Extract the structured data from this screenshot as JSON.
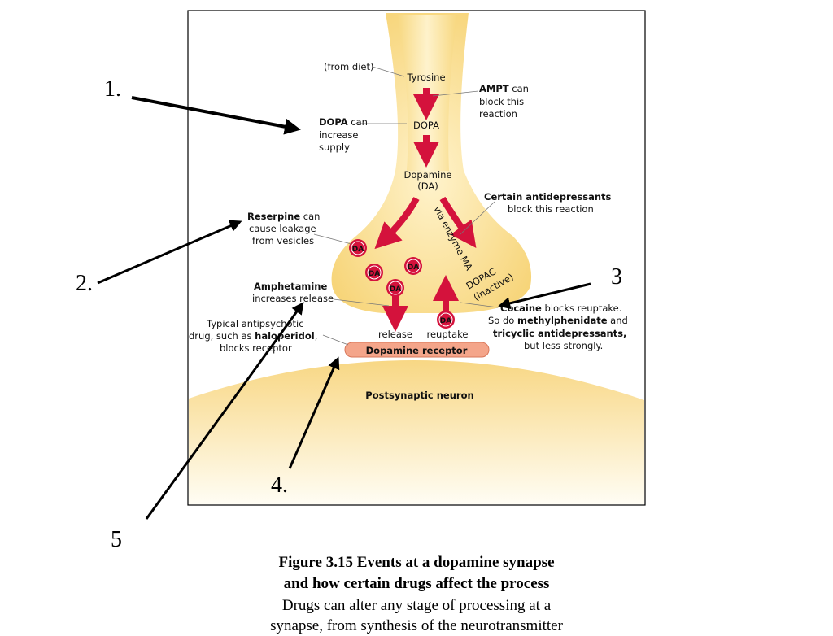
{
  "diagram": {
    "labels": {
      "from_diet": "(from diet)",
      "tyrosine": "Tyrosine",
      "ampt_bold": "AMPT",
      "ampt_rest1": " can",
      "ampt_rest2": "block this",
      "ampt_rest3": "reaction",
      "dopa_mid": "DOPA",
      "dopa_bold": "DOPA",
      "dopa_rest1": " can",
      "dopa_rest2": "increase",
      "dopa_rest3": "supply",
      "dopamine": "Dopamine",
      "da_paren": "(DA)",
      "antidep_bold": "Certain antidepressants",
      "antidep_rest": "block this reaction",
      "via_enzyme": "via enzyme MA",
      "reserpine_bold": "Reserpine",
      "reserpine_rest1": " can",
      "reserpine_rest2": "cause leakage",
      "reserpine_rest3": "from vesicles",
      "dopac": "DOPAC",
      "inactive": "(inactive)",
      "amphet_bold": "Amphetamine",
      "amphet_rest": "increases release",
      "antipsych1": "Typical antipsychotic",
      "antipsych2a": "drug, such as ",
      "antipsych2b": "haloperidol",
      "antipsych2c": ",",
      "antipsych3": "blocks receptor",
      "release": "release",
      "reuptake": "reuptake",
      "cocaine_bold": "Cocaine",
      "cocaine_rest": " blocks reuptake.",
      "methyl_a": "So do ",
      "methyl_b": "methylphenidate",
      "methyl_c": " and",
      "tricyclic_bold": "tricyclic antidepressants,",
      "less_strongly": "but less strongly.",
      "receptor": "Dopamine receptor",
      "postsynaptic": "Postsynaptic neuron",
      "da": "DA"
    },
    "numbers": [
      "1.",
      "2.",
      "3",
      "4.",
      "5"
    ]
  },
  "caption": {
    "title_line1": "Figure 3.15  Events at a dopamine synapse",
    "title_line2": "and how certain drugs affect the process",
    "body_line1": "Drugs can alter any stage of processing at a",
    "body_line2": "synapse, from synthesis of the neurotransmitter"
  },
  "colors": {
    "arrow_red": "#d4123c",
    "neuron_fill": "#fbe6a8",
    "receptor_fill": "#f4a58a"
  }
}
